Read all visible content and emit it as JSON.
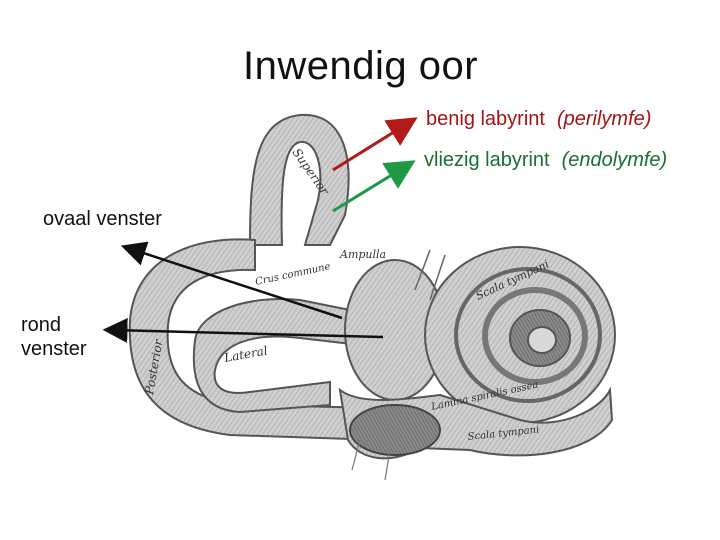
{
  "title": "Inwendig oor",
  "labels": {
    "benig": "benig labyrint",
    "benig_note": "(perilymfe)",
    "vliezig": "vliezig labyrint",
    "vliezig_note": "(endolymfe)",
    "ovaal": "ovaal venster",
    "rond_line1": "rond",
    "rond_line2": "venster"
  },
  "engraving_text": {
    "superior": "Superior",
    "ampulla": "Ampulla",
    "communis": "Crus commune",
    "lateral": "Lateral",
    "posterior": "Posterior",
    "scala_tympani": "Scala tympani",
    "lamina": "Lamina spiralis ossea",
    "scala_tymp_lower": "Scala tympani"
  },
  "colors": {
    "red_arrow": "#b01a1a",
    "green_arrow": "#1e9a46",
    "black_arrow": "#111111",
    "bone_light": "#c9c9c9",
    "bone_dark": "#6e6e6e"
  }
}
